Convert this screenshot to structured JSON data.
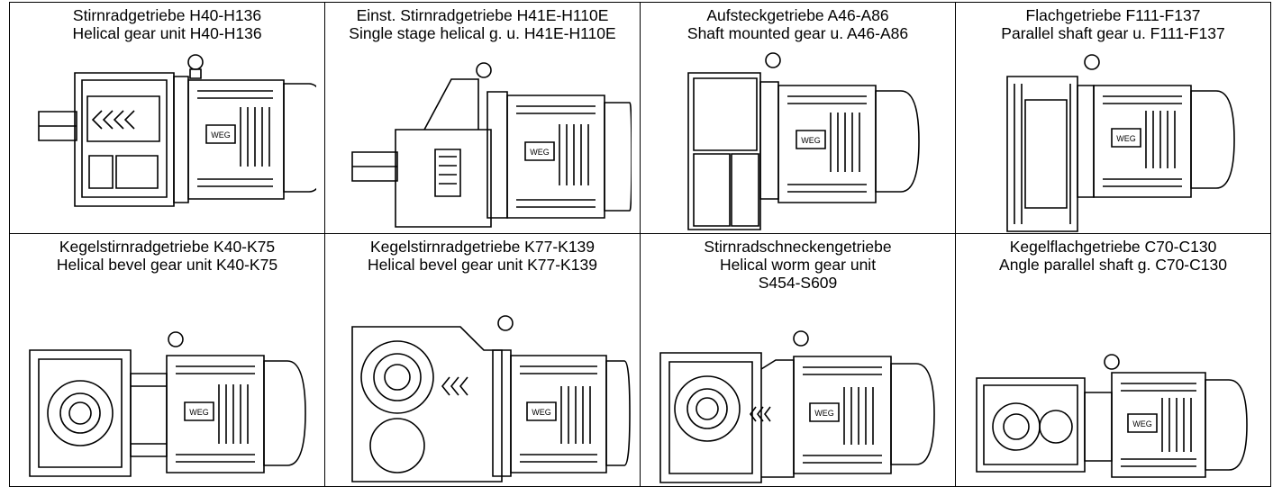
{
  "cells": [
    {
      "line1": "Stirnradgetriebe H40-H136",
      "line2": "Helical gear unit H40-H136",
      "line3": "",
      "type": "helical",
      "logo": "WEG"
    },
    {
      "line1": "Einst. Stirnradgetriebe H41E-H110E",
      "line2": "Single stage helical g. u. H41E-H110E",
      "line3": "",
      "type": "single-stage",
      "logo": "WEG"
    },
    {
      "line1": "Aufsteckgetriebe A46-A86",
      "line2": "Shaft mounted gear u. A46-A86",
      "line3": "",
      "type": "shaft-mounted",
      "logo": "WEG"
    },
    {
      "line1": "Flachgetriebe F111-F137",
      "line2": "Parallel shaft gear u. F111-F137",
      "line3": "",
      "type": "parallel",
      "logo": "WEG"
    },
    {
      "line1": "Kegelstirnradgetriebe K40-K75",
      "line2": "Helical bevel gear unit K40-K75",
      "line3": "",
      "type": "bevel-small",
      "logo": "WEG"
    },
    {
      "line1": "Kegelstirnradgetriebe K77-K139",
      "line2": "Helical bevel gear unit K77-K139",
      "line3": "",
      "type": "bevel-large",
      "logo": "WEG"
    },
    {
      "line1": "Stirnradschneckengetriebe",
      "line2": "Helical worm gear unit",
      "line3": "S454-S609",
      "type": "worm",
      "logo": "WEG"
    },
    {
      "line1": "Kegelflachgetriebe C70-C130",
      "line2": "Angle parallel shaft g. C70-C130",
      "line3": "",
      "type": "angle-parallel",
      "logo": "WEG"
    }
  ]
}
